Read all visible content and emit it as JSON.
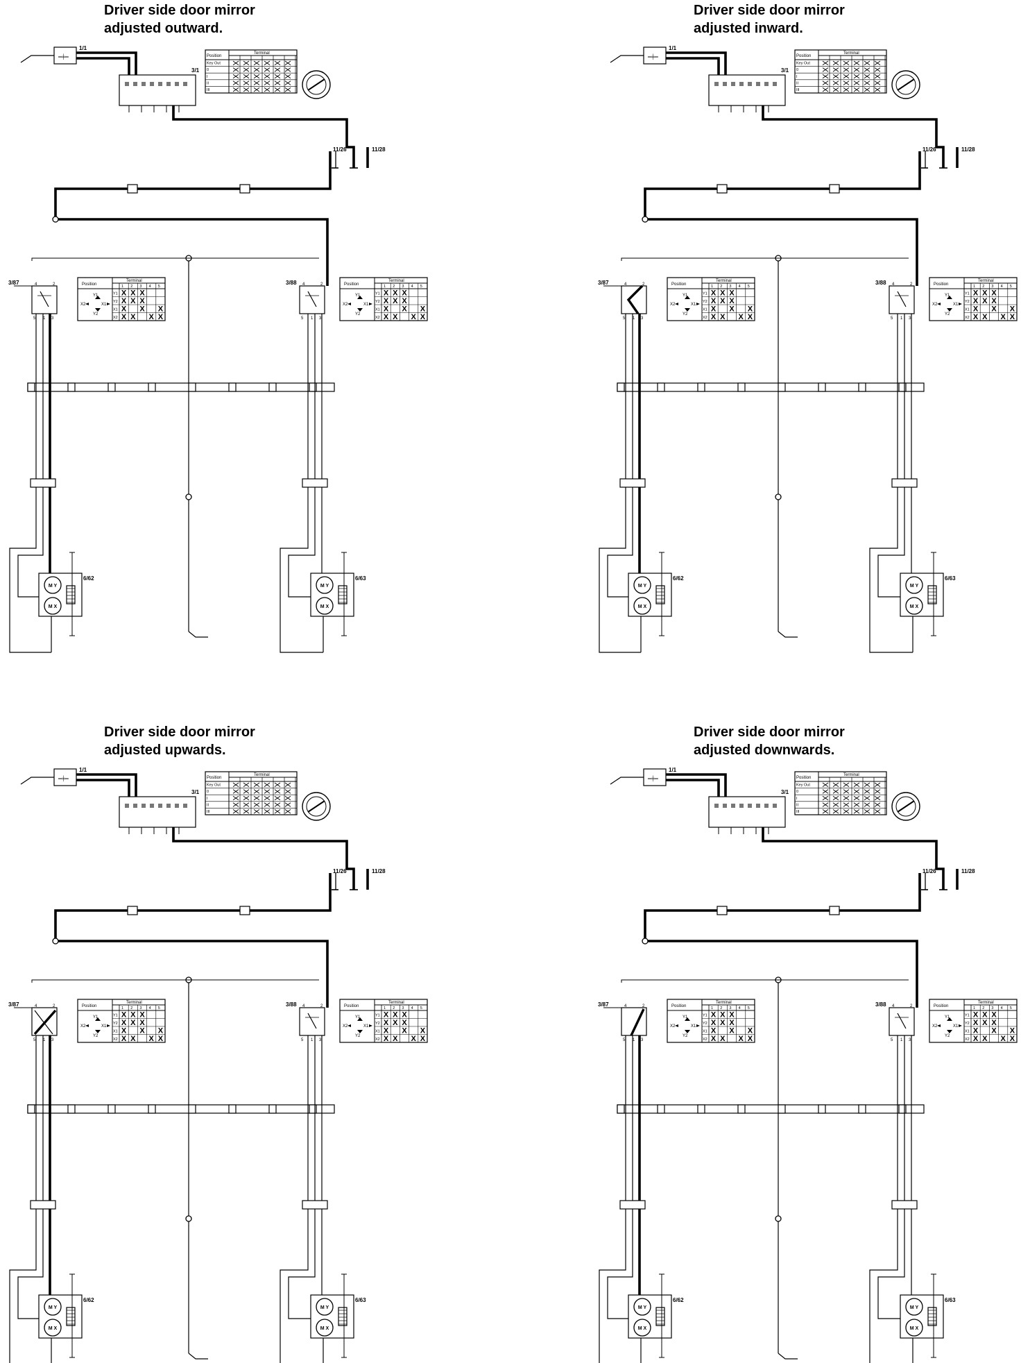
{
  "panels": [
    {
      "title_line1": "Driver side door mirror",
      "title_line2": "adjusted outward.",
      "mode": "outward"
    },
    {
      "title_line1": "Driver side door mirror",
      "title_line2": "adjusted inward.",
      "mode": "inward"
    },
    {
      "title_line1": "Driver side door mirror",
      "title_line2": "adjusted upwards.",
      "mode": "upwards"
    },
    {
      "title_line1": "Driver side door mirror",
      "title_line2": "adjusted downwards.",
      "mode": "downwards"
    }
  ],
  "components": {
    "fuse": "1/1",
    "ignition_switch": "3/1",
    "connector_left": "11/26",
    "connector_right": "11/28",
    "mirror_switch_driver": "3/87",
    "mirror_switch_passenger": "3/88",
    "mirror_motor_driver": "6/62",
    "mirror_motor_passenger": "6/63"
  },
  "ignition_table": {
    "header_position": "Position",
    "header_terminal": "Terminal",
    "rows": [
      "Key Out",
      "0",
      "I",
      "II",
      "III"
    ]
  },
  "switch_table": {
    "header_position": "Position",
    "header_terminal": "Terminal",
    "terminals": [
      "1",
      "2",
      "3",
      "4",
      "5"
    ],
    "rows": [
      "Y1",
      "Y2",
      "X1",
      "X2"
    ],
    "cells": [
      [
        "X",
        "X",
        "X",
        "",
        ""
      ],
      [
        "X",
        "X",
        "X",
        "",
        ""
      ],
      [
        "X",
        "",
        "X",
        "",
        "X"
      ],
      [
        "X",
        "X",
        "",
        "X",
        "X"
      ]
    ],
    "pin_labels": [
      "4",
      "2",
      "5",
      "1",
      "3"
    ]
  },
  "motor_labels": [
    "M Y",
    "M X"
  ],
  "colors": {
    "wire": "#000000",
    "background": "#ffffff"
  }
}
